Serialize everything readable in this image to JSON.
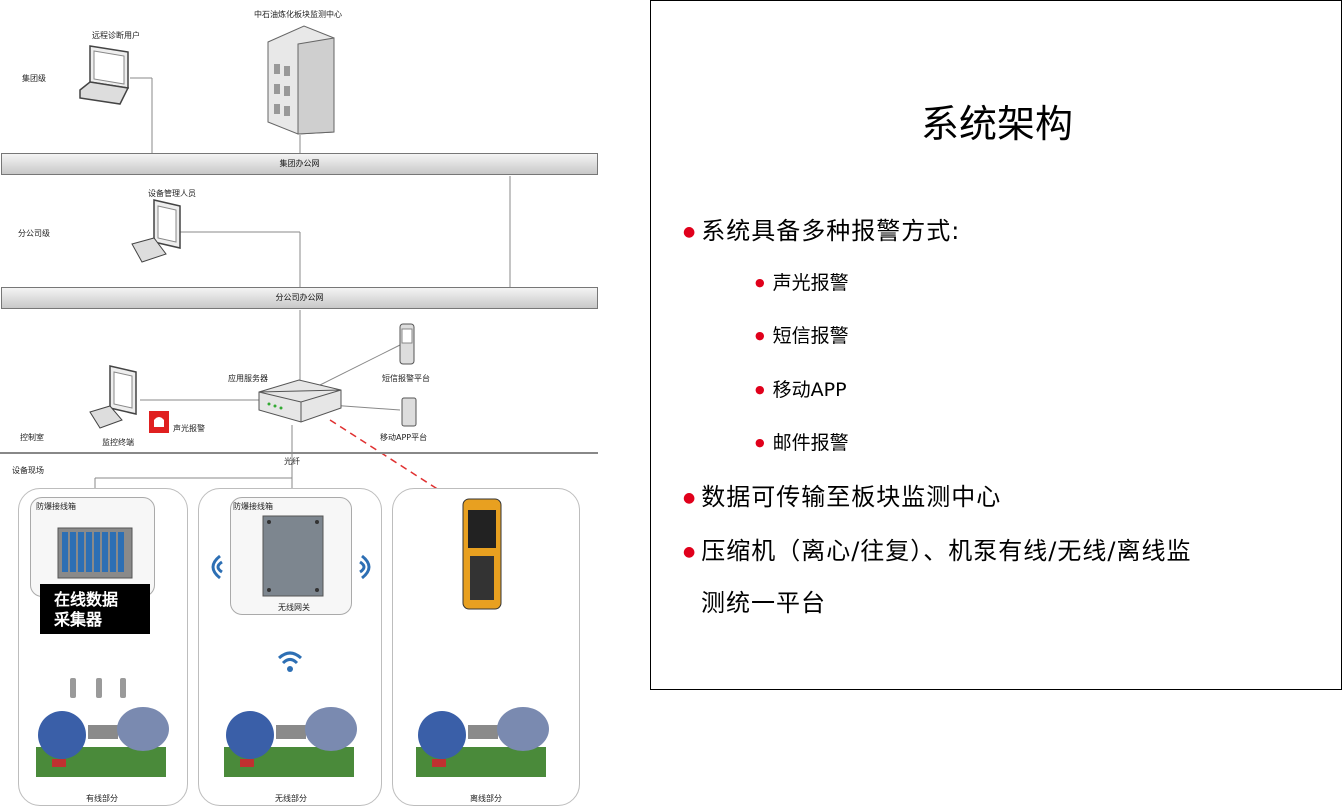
{
  "diagram": {
    "center_label": "中石油炼化板块监测中心",
    "remote_user": "远程诊断用户",
    "group_level": "集团级",
    "group_network": "集团办公网",
    "equipment_manager": "设备管理人员",
    "branch_level": "分公司级",
    "branch_network": "分公司办公网",
    "app_server": "应用服务器",
    "sms_platform": "短信报警平台",
    "mobile_app_platform": "移动APP平台",
    "control_room": "控制室",
    "monitor_terminal": "监控终端",
    "sound_light_alarm": "声光报警",
    "fiber": "光纤",
    "field": "设备现场",
    "junction_box_1": "防爆接线箱",
    "junction_box_2": "防爆接线箱",
    "wireless_gateway": "无线网关",
    "collector_line1": "在线数据",
    "collector_line2": "采集器",
    "wired_part": "有线部分",
    "wireless_part": "无线部分",
    "offline_part": "离线部分"
  },
  "panel": {
    "title": "系统架构",
    "bullet1": "系统具备多种报警方式:",
    "sub_items": [
      "声光报警",
      "短信报警",
      "移动APP",
      "邮件报警"
    ],
    "bullet2": "数据可传输至板块监测中心",
    "bullet3_line1": "压缩机（离心/往复）、机泵有线/无线/离线监",
    "bullet3_line2": "测统一平台"
  },
  "colors": {
    "bullet": "#e0001b",
    "laser_line": "#e03030",
    "pump_blue": "#3a5fa8",
    "base_green": "#4a8a3a"
  }
}
